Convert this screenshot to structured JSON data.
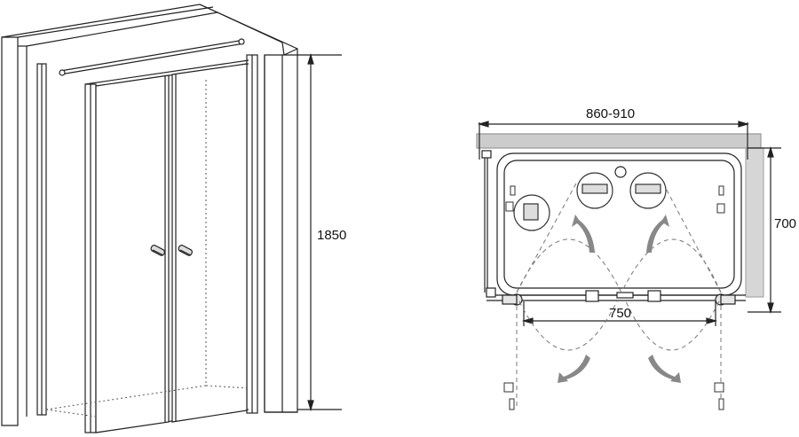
{
  "elevation_view": {
    "height_dimension": "1850"
  },
  "plan_view": {
    "width_range_dimension": "860-910",
    "depth_dimension": "700",
    "opening_dimension": "750"
  }
}
